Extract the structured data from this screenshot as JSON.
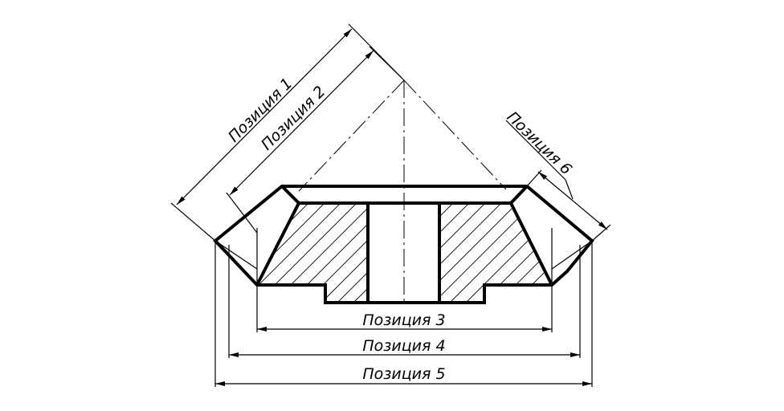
{
  "drawing": {
    "labels": {
      "position_1": "Позиция 1",
      "position_2": "Позиция 2",
      "position_3": "Позиция 3",
      "position_4": "Позиция 4",
      "position_5": "Позиция 5",
      "position_6": "Позиция 6"
    }
  },
  "colors": {
    "line": "#000000",
    "background": "#ffffff"
  }
}
